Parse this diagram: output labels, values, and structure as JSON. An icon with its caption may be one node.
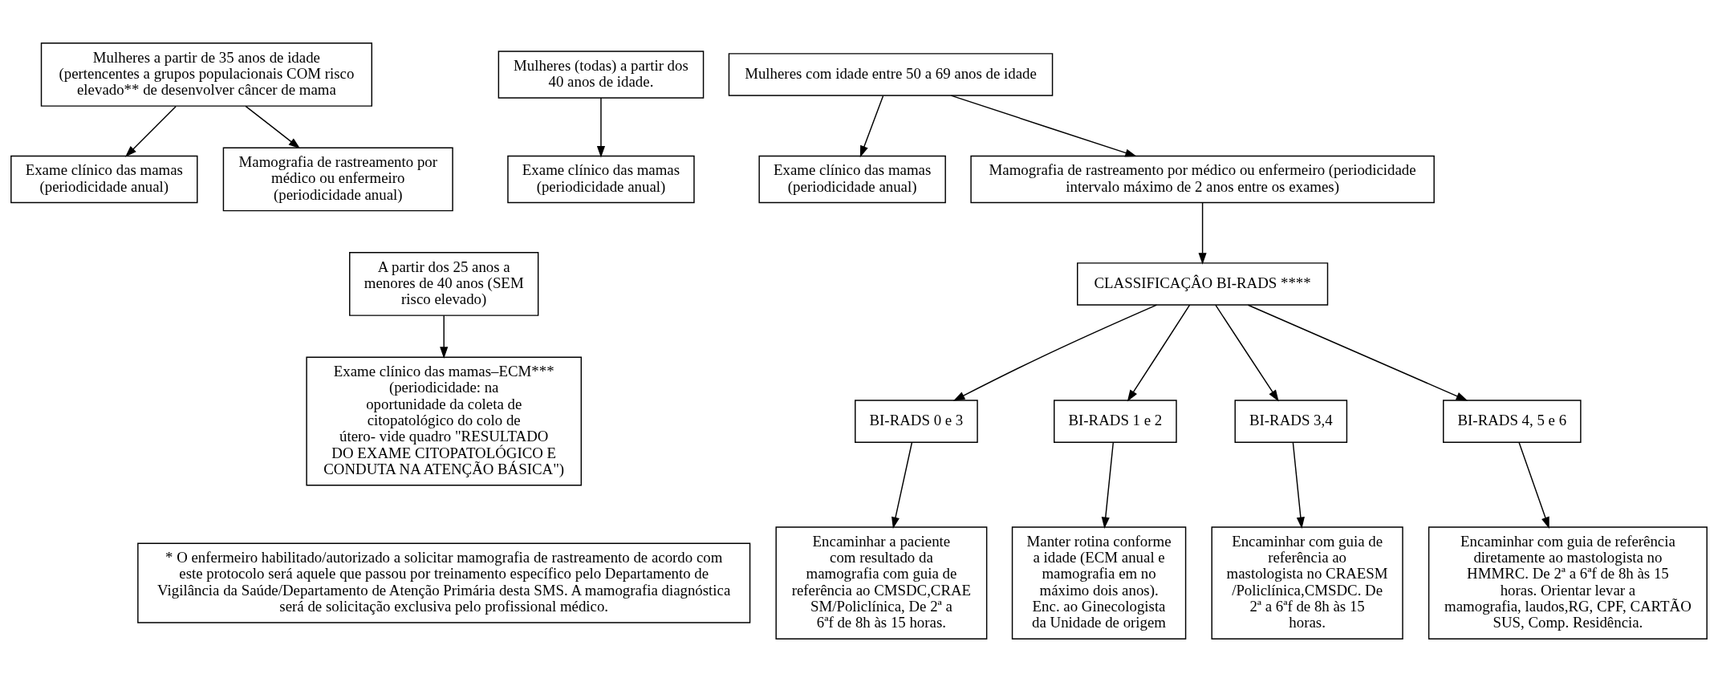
{
  "diagram": {
    "nodes": [
      {
        "text": [
          "A partir dos 25 anos a menores de 40 anos (SEM risco elevado)"
        ]
      },
      {
        "text": [
          "Mulheres a partir de 35 anos de idade (pertencentes a grupos populacionais COM risco elevado** de desenvolver câncer de mama"
        ]
      },
      {
        "text": [
          "Mulheres (todas) a partir dos 40 anos de idade."
        ]
      },
      {
        "text": [
          "Mulheres com idade entre 50 a 69 anos de idade"
        ]
      },
      {
        "text": [
          "Exame clínico das mamas–ECM***",
          "(periodicidade: na oportunidade da coleta de citopatológico do colo de útero- vide quadro \"RESULTADO DO EXAME CITOPATOLÓGICO E CONDUTA NA ATENÇÃO BÁSICA\")"
        ]
      },
      {
        "text": [
          "Exame clínico das mamas",
          "(periodicidade anual)"
        ]
      },
      {
        "text": [
          "Mamografia de rastreamento por médico ou enfermeiro (periodicidade anual)"
        ]
      },
      {
        "text": [
          "Exame clínico das mamas",
          "(periodicidade anual)"
        ]
      },
      {
        "text": [
          "Exame clínico das mamas",
          "(periodicidade anual)"
        ]
      },
      {
        "text": [
          "Mamografia de rastreamento por médico ou enfermeiro (periodicidade intervalo máximo de 2 anos entre os exames)"
        ]
      },
      {
        "text": [
          "CLASSIFICAÇÂO BI-RADS ****"
        ]
      },
      {
        "text": [
          "BI-RADS 0 e 3"
        ]
      },
      {
        "text": [
          "BI-RADS 1 e 2"
        ]
      },
      {
        "text": [
          "BI-RADS 3,4"
        ]
      },
      {
        "text": [
          "BI-RADS 4, 5 e 6"
        ]
      },
      {
        "text": [
          "Encaminhar a paciente com resultado da mamografia com guia de referência ao CMSDC,CRAESM/Policlínica, De 2ª a 6ªf de 8h às 15 horas."
        ]
      },
      {
        "text": [
          "Manter rotina conforme a idade (ECM anual e mamografia em no máximo dois anos). Enc. ao Ginecologista da Unidade de origem"
        ]
      },
      {
        "text": [
          "Encaminhar com guia de referência ao mastologista no CRAESM/Policlínica,CMSDC. De 2ª a 6ªf de 8h às 15 horas."
        ]
      },
      {
        "text": [
          "Encaminhar com guia de referência diretamente ao mastologista no HMMRC. De 2ª a 6ªf de 8h às 15 horas. Orientar levar a mamografia, laudos,RG, CPF, CARTÃO SUS, Comp. Residência."
        ]
      },
      {
        "text": [
          "* O enfermeiro habilitado/autorizado a solicitar mamografia de rastreamento de acordo com este protocolo será aquele que passou por treinamento específico pelo Departamento de Vigilância da Saúde/Departamento de Atenção Primária desta SMS. A mamografia diagnóstica será de solicitação exclusiva pelo profissional médico."
        ]
      }
    ],
    "edges": [
      {
        "from": 0,
        "to": 4,
        "arrow": "to"
      },
      {
        "from": 1,
        "to": 5,
        "arrow": "to"
      },
      {
        "from": 1,
        "to": 6,
        "arrow": "to"
      },
      {
        "from": 2,
        "to": 7,
        "arrow": "to"
      },
      {
        "from": 3,
        "to": 9,
        "arrow": "to"
      },
      {
        "from": 3,
        "to": 8,
        "arrow": "to"
      },
      {
        "from": 9,
        "to": 10,
        "arrow": "to"
      },
      {
        "from": 10,
        "to": 11,
        "arrow": "to"
      },
      {
        "from": 10,
        "to": 12,
        "arrow": "to"
      },
      {
        "from": 10,
        "to": 13,
        "arrow": "to"
      },
      {
        "from": 10,
        "to": 14,
        "arrow": "to"
      },
      {
        "from": 11,
        "to": 15,
        "arrow": "to"
      },
      {
        "from": 12,
        "to": 16,
        "arrow": "to"
      },
      {
        "from": 13,
        "to": 17,
        "arrow": "to"
      },
      {
        "from": 14,
        "to": 18,
        "arrow": "to"
      }
    ]
  }
}
